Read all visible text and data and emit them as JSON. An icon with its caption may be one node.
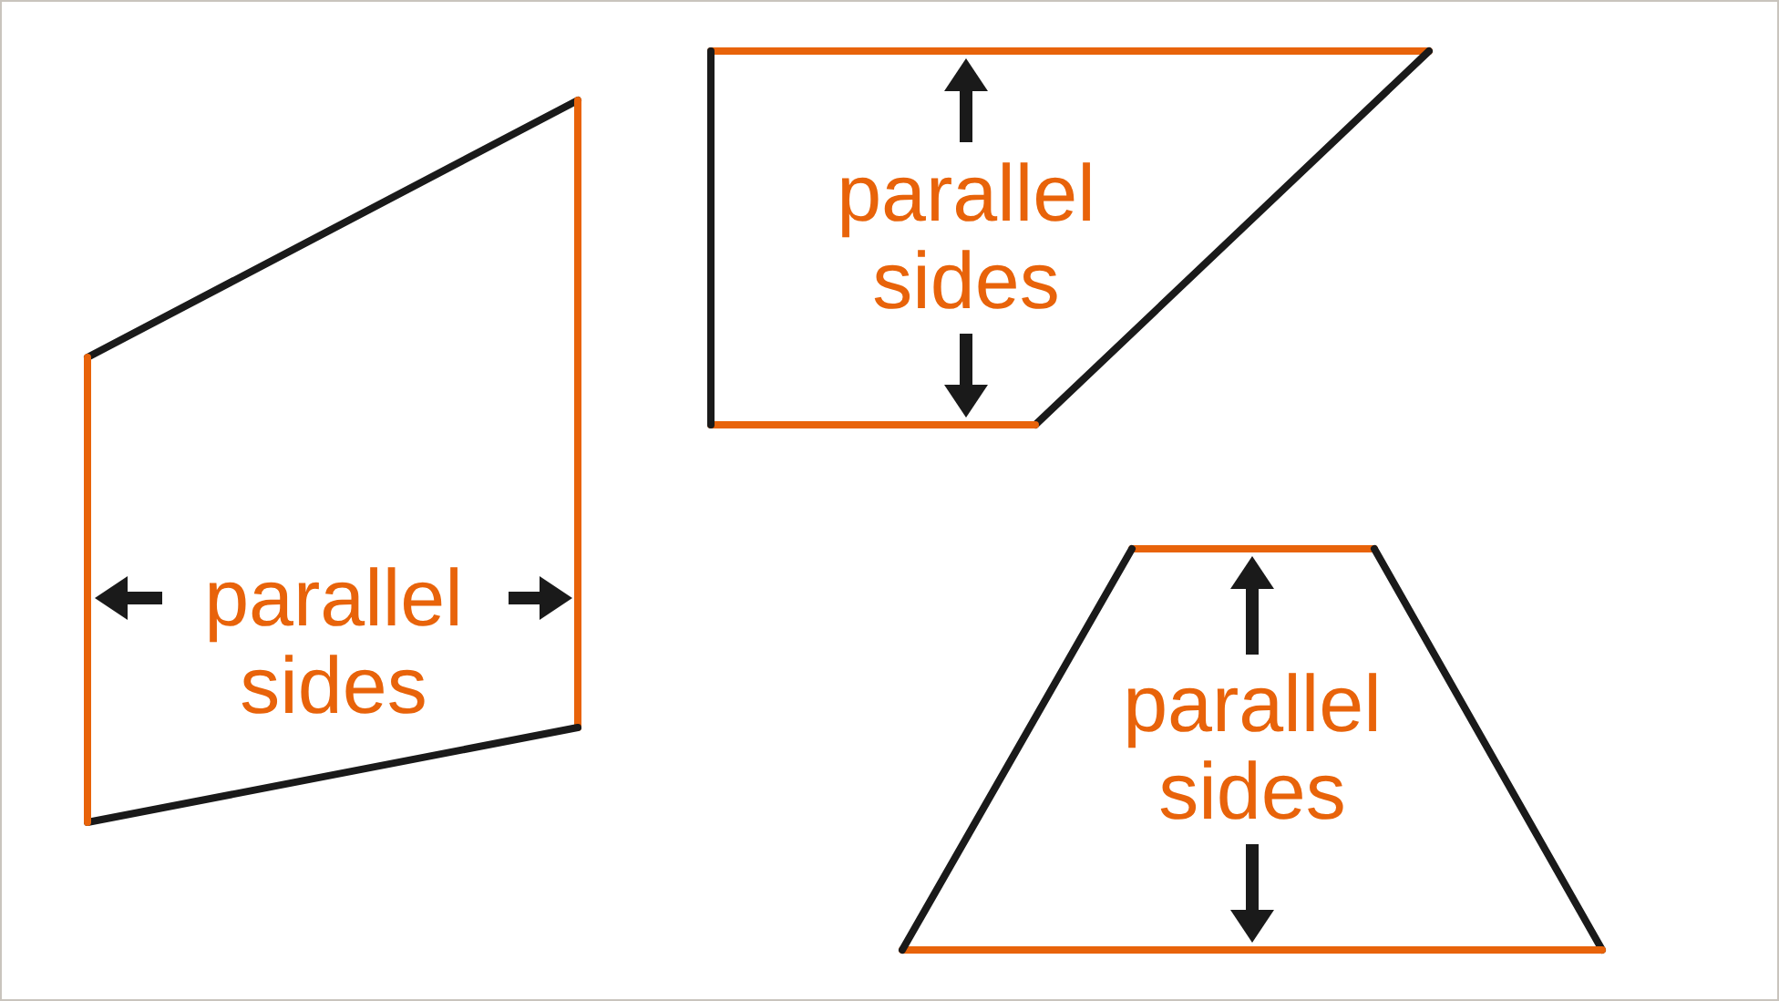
{
  "diagram": {
    "nodes": [
      {
        "text": [
          "parallel sides"
        ]
      },
      {
        "text": [
          "parallel sides"
        ]
      },
      {
        "text": [
          "parallel sides"
        ]
      }
    ]
  }
}
